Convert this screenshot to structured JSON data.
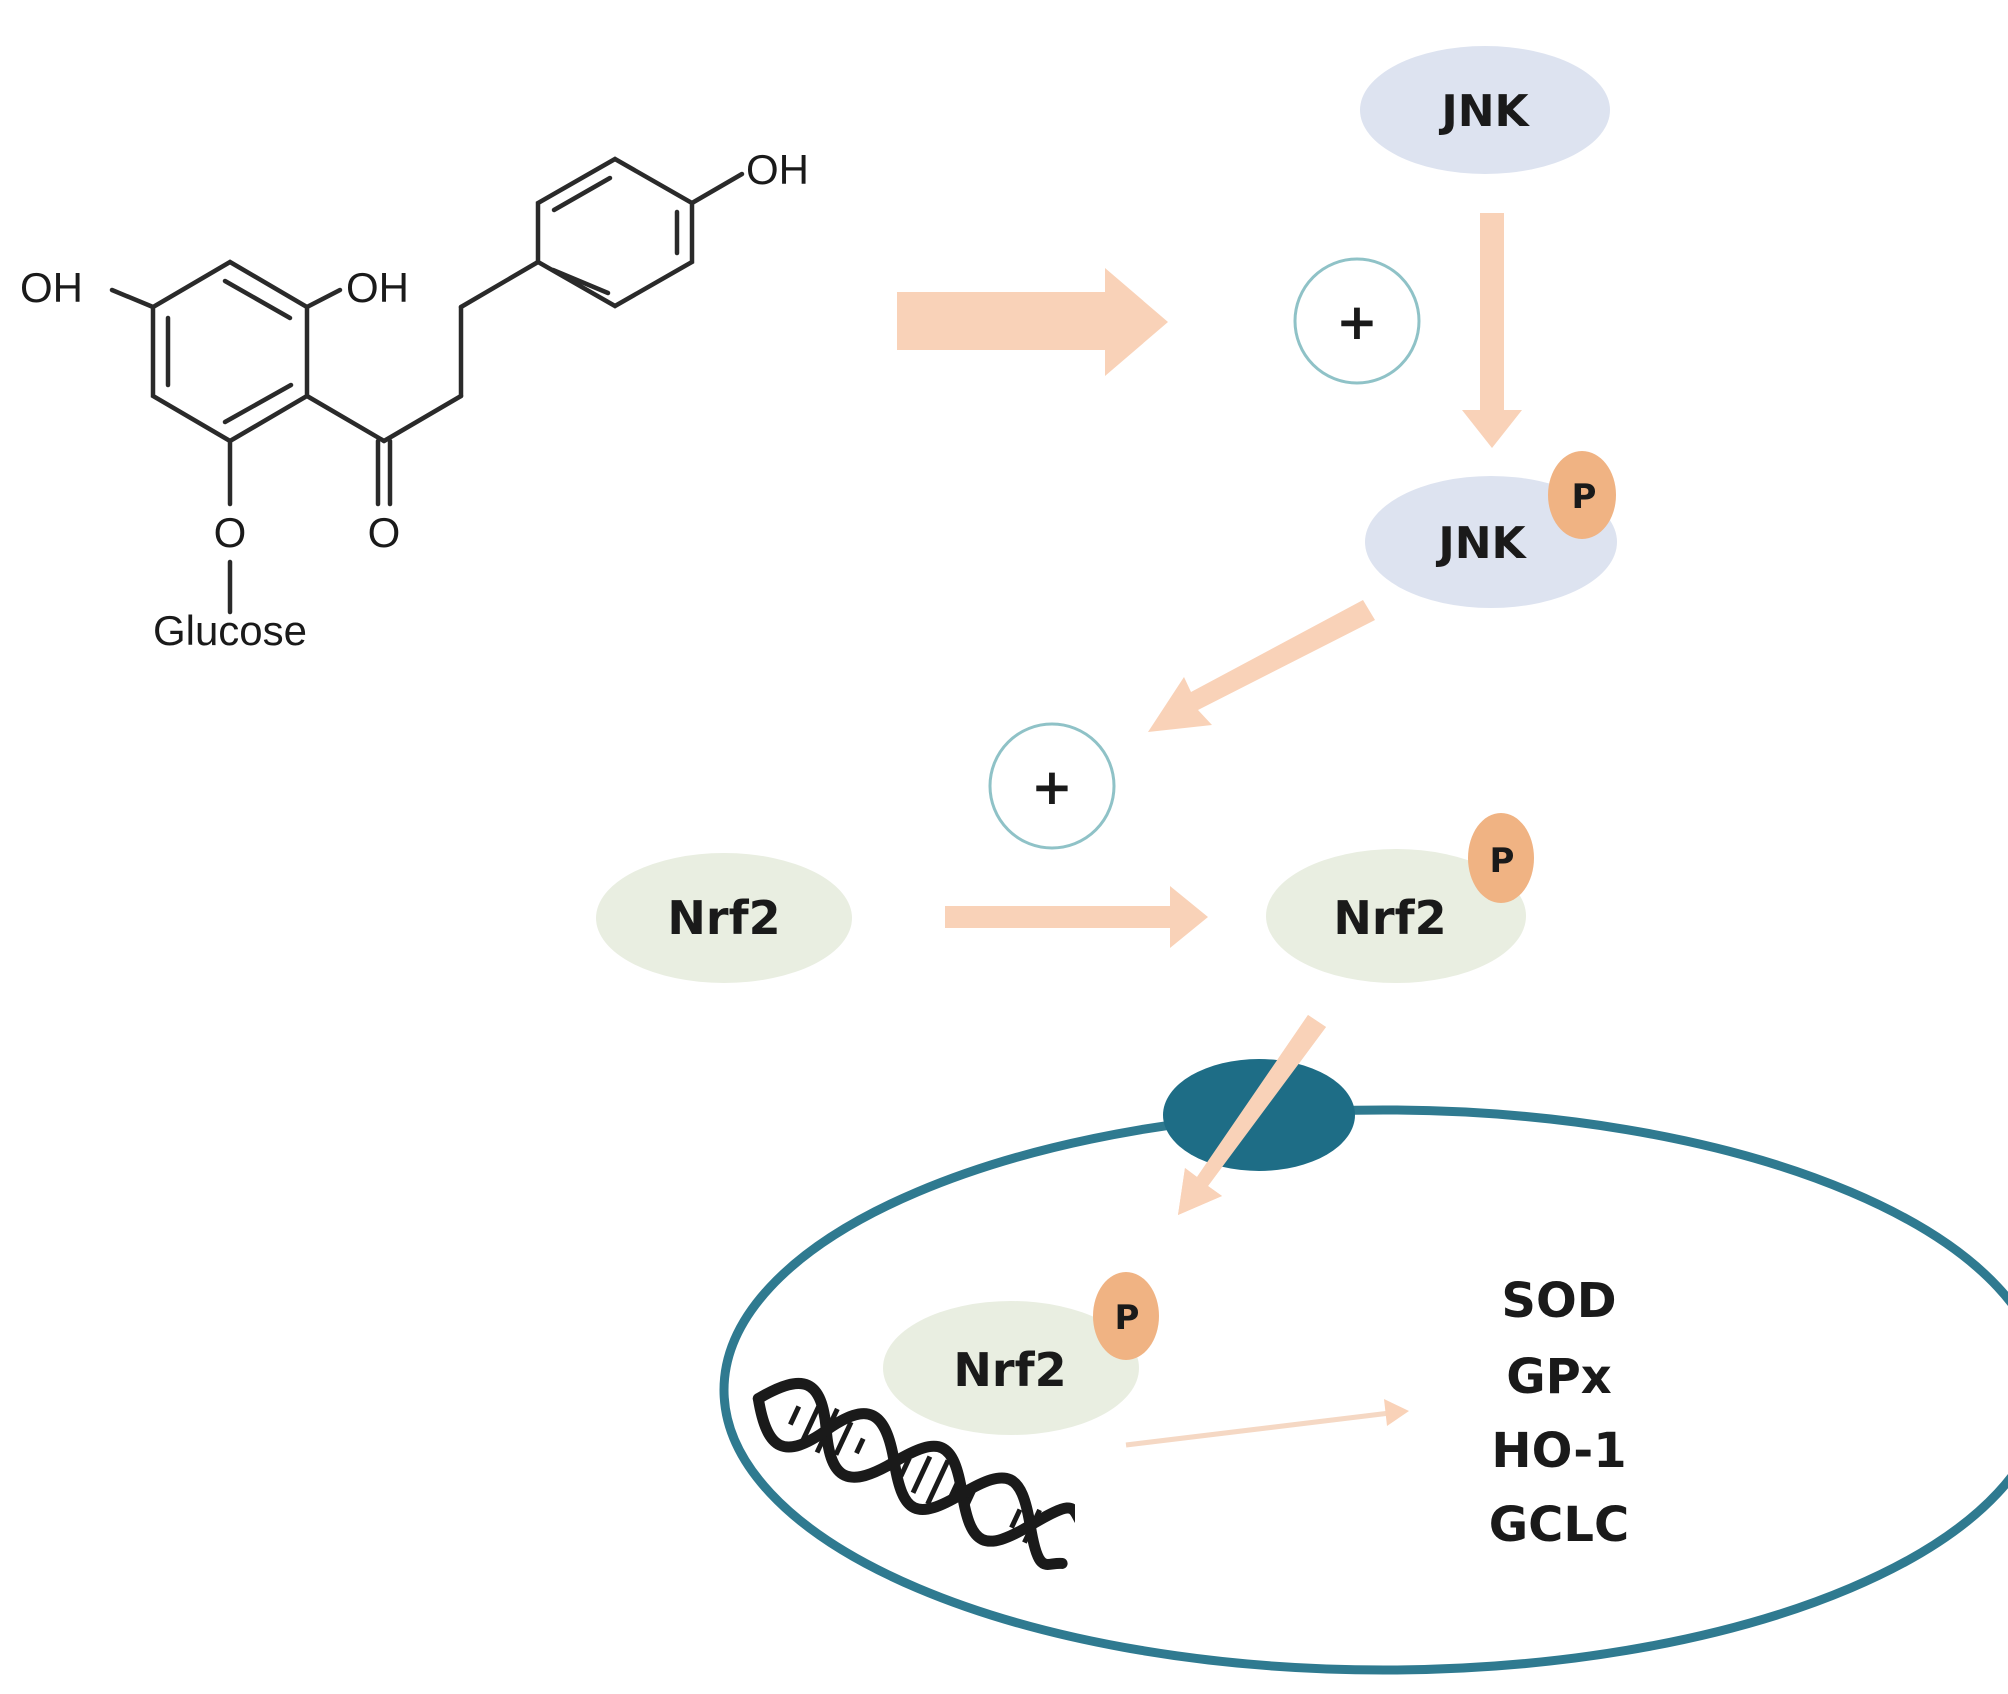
{
  "molecule": {
    "oh_top": "OH",
    "oh_left": "OH",
    "oh_right": "OH",
    "carbonyl_o": "O",
    "ether_o": "O",
    "sugar": "Glucose"
  },
  "pathway": {
    "jnk": "JNK",
    "jnk_phospho": "JNK",
    "phospho_tag": "P",
    "activation_symbol": "+",
    "nrf2": "Nrf2",
    "nrf2_phospho": "Nrf2",
    "nrf2_nuclear": "Nrf2"
  },
  "target_genes": [
    "SOD",
    "GPx",
    "HO-1",
    "GCLC"
  ],
  "colors": {
    "arrow": "#f9d2b8",
    "jnk_fill": "#dde3f0",
    "nrf2_fill": "#e9eee1",
    "phospho_fill": "#f0b383",
    "nucleus_stroke": "#2f7a90",
    "pore_fill": "#1e6d86",
    "plus_ring": "#8fc2c7"
  }
}
